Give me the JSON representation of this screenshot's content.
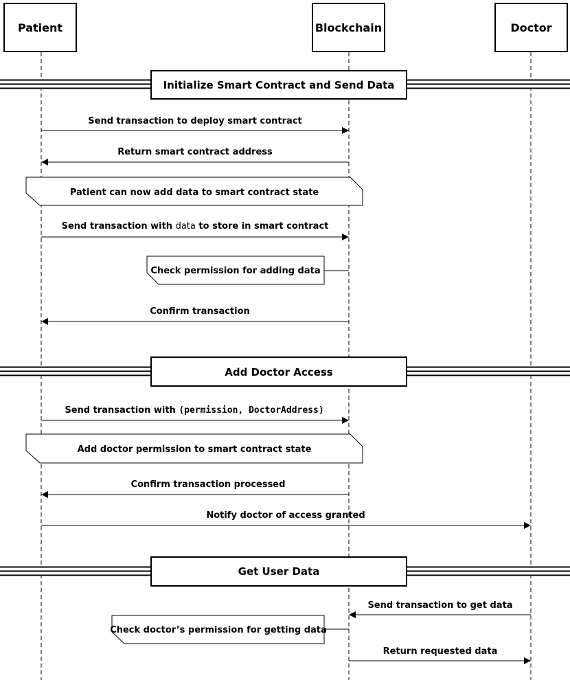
{
  "actors": [
    {
      "id": "patient",
      "label": "Patient"
    },
    {
      "id": "blockchain",
      "label": "Blockchain"
    },
    {
      "id": "doctor",
      "label": "Doctor"
    }
  ],
  "sections": [
    {
      "id": "init",
      "label": "Initialize Smart Contract and Send Data"
    },
    {
      "id": "access",
      "label": "Add Doctor Access"
    },
    {
      "id": "get",
      "label": "Get User Data"
    }
  ],
  "messages": [
    {
      "id": "m1",
      "from": "patient",
      "to": "blockchain",
      "label": "Send transaction to deploy smart contract"
    },
    {
      "id": "m2",
      "from": "blockchain",
      "to": "patient",
      "label": "Return smart contract address"
    },
    {
      "id": "m3",
      "from": "patient",
      "to": "blockchain",
      "label_pre": "Send transaction with ",
      "label_code": "data",
      "label_post": " to store in smart contract"
    },
    {
      "id": "m4",
      "from": "blockchain",
      "to": "patient",
      "label": "Confirm transaction"
    },
    {
      "id": "m5",
      "from": "patient",
      "to": "blockchain",
      "label_pre": "Send transaction with ",
      "label_code": "(permission, DoctorAddress)"
    },
    {
      "id": "m6",
      "from": "blockchain",
      "to": "patient",
      "label": "Confirm transaction processed"
    },
    {
      "id": "m7",
      "from": "patient",
      "to": "doctor",
      "label": "Notify doctor of access granted"
    },
    {
      "id": "m8",
      "from": "doctor",
      "to": "blockchain",
      "label": "Send transaction to get data"
    },
    {
      "id": "m9",
      "from": "blockchain",
      "to": "doctor",
      "label": "Return requested data"
    }
  ],
  "notes": [
    {
      "id": "n1",
      "label": "Patient can now add data to smart contract state"
    },
    {
      "id": "n2",
      "label": "Check permission for adding data"
    },
    {
      "id": "n3",
      "label": "Add doctor permission to smart contract state"
    },
    {
      "id": "n4",
      "label": "Check doctor’s permission for getting data"
    }
  ]
}
